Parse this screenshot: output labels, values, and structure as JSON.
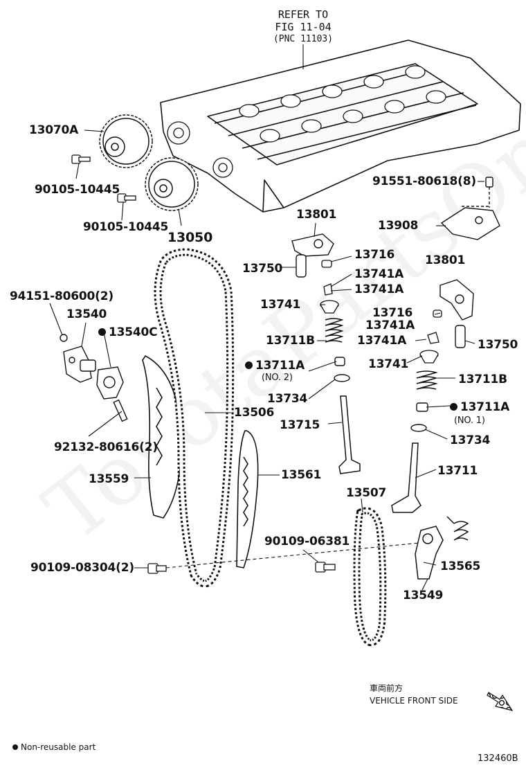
{
  "refer": {
    "line1": "REFER TO",
    "line2": "FIG 11-04",
    "line3": "(PNC 11103)"
  },
  "labels": {
    "p13070A": "13070A",
    "p90105a": "90105-10445",
    "p90105b": "90105-10445",
    "p13050": "13050",
    "p91551": "91551-80618(8)",
    "p13908": "13908",
    "p13801a": "13801",
    "p13716a": "13716",
    "p13750a": "13750",
    "p13741Aa": "13741A",
    "p13741Ab": "13741A",
    "p13741a": "13741",
    "p13711Ba": "13711B",
    "p13711Aa": "13711A",
    "p13711Aa_no": "(NO. 2)",
    "p13734a": "13734",
    "p13715": "13715",
    "p13801b": "13801",
    "p13716b": "13716",
    "p13741Ac": "13741A",
    "p13741Ad": "13741A",
    "p13750b": "13750",
    "p13741b": "13741",
    "p13711Bb": "13711B",
    "p13711Ab": "13711A",
    "p13711Ab_no": "(NO. 1)",
    "p13734b": "13734",
    "p13711": "13711",
    "p94151": "94151-80600(2)",
    "p13540": "13540",
    "p13540C": "13540C",
    "p92132": "92132-80616(2)",
    "p13506": "13506",
    "p13559": "13559",
    "p13561": "13561",
    "p13507": "13507",
    "p90109a": "90109-06381",
    "p90109b": "90109-08304(2)",
    "p13565": "13565",
    "p13549": "13549"
  },
  "front_side": {
    "jp": "車両前方",
    "en": "VEHICLE FRONT SIDE"
  },
  "legend": {
    "text": "Non-reusable part"
  },
  "figure_id": "132460B",
  "watermark": "ToyotaPartsOnline"
}
